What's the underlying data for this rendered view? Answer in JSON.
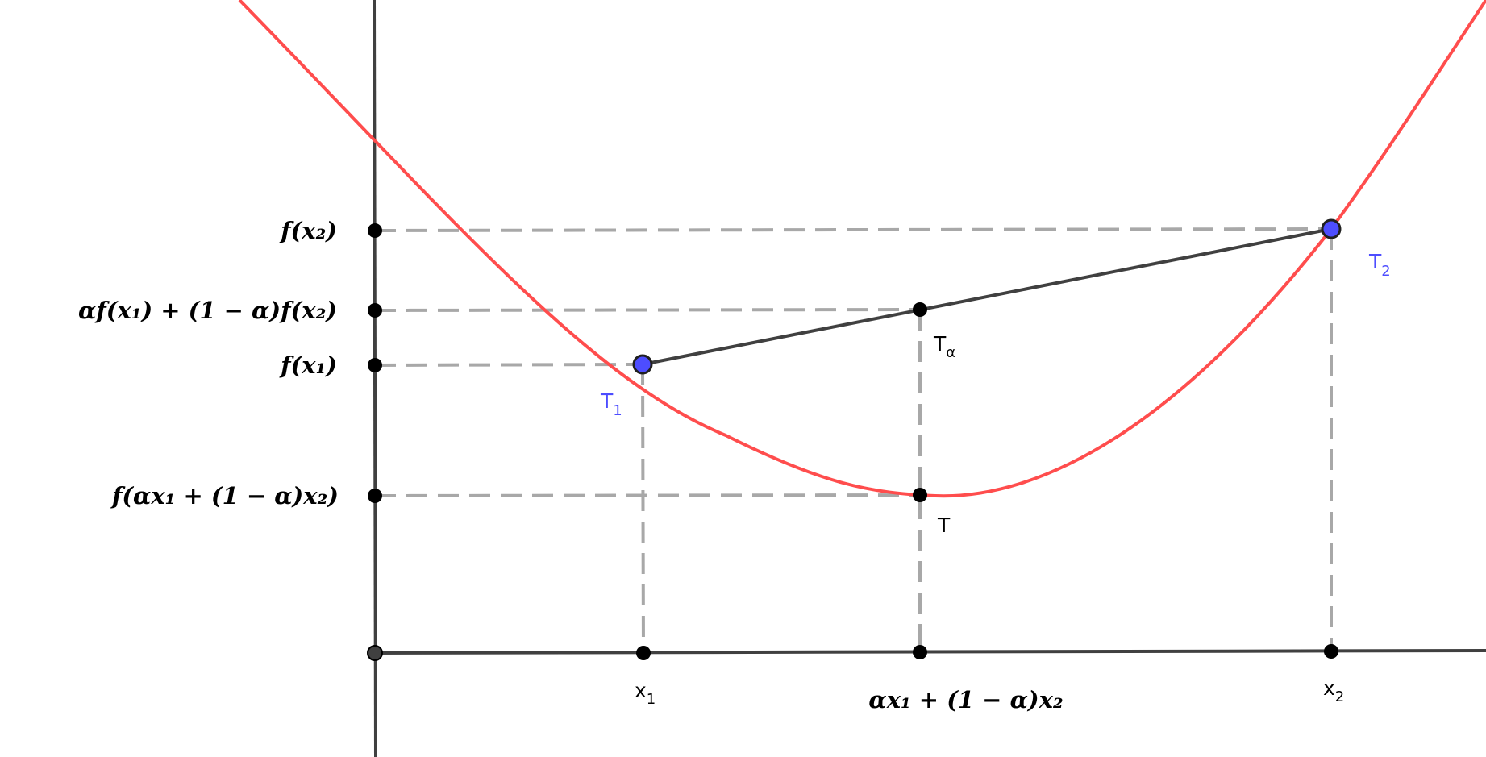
{
  "colors": {
    "curve": "#ff4d4d",
    "chord": "#404040",
    "guide": "#a8a8a8",
    "axis": "#404040",
    "point_fill": "#000000",
    "endpoint_fill": "#4d4dff",
    "label_black": "#000000",
    "label_blue": "#4d4dff"
  },
  "y_axis_labels": {
    "f_x2": "f(x₂)",
    "combo": "αf(x₁) + (1 − α)f(x₂)",
    "f_x1": "f(x₁)",
    "f_combo": "f(αx₁ + (1 − α)x₂)"
  },
  "x_axis_labels": {
    "x1_main": "x",
    "x1_sub": "1",
    "combo": "αx₁ + (1 − α)x₂",
    "x2_main": "x",
    "x2_sub": "2"
  },
  "point_labels": {
    "T1_main": "T",
    "T1_sub": "1",
    "T2_main": "T",
    "T2_sub": "2",
    "Ta_main": "T",
    "Ta_sub": "α",
    "T": "T"
  }
}
